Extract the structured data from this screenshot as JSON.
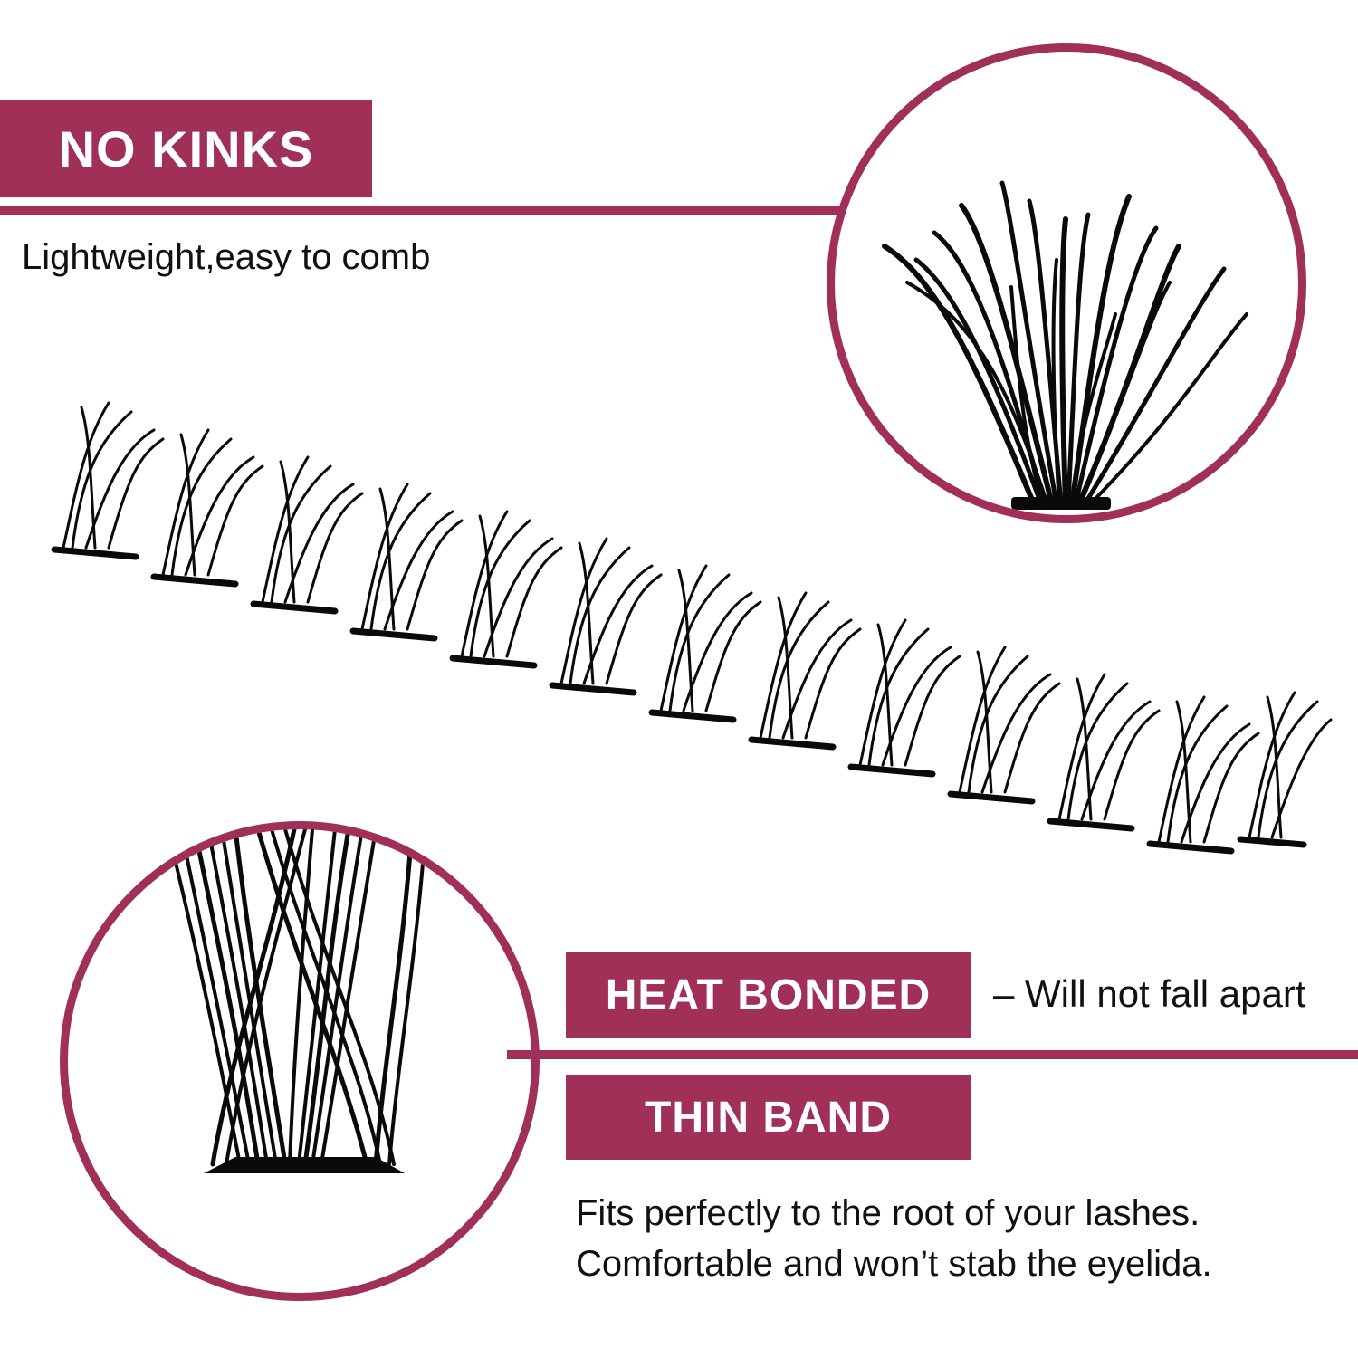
{
  "accent_color": "#a03058",
  "no_kinks": {
    "title": "NO KINKS",
    "subtitle": "Lightweight,easy to comb"
  },
  "heat_bonded": {
    "title": "HEAT BONDED",
    "note": "– Will not fall apart"
  },
  "thin_band": {
    "title": "THIN BAND",
    "description_line1": "Fits perfectly to the root of your lashes.",
    "description_line2": "Comfortable and won’t stab the eyelida."
  },
  "images": {
    "top_circle": "lash-closeup-icon",
    "bottom_circle": "lash-band-closeup-icon",
    "strip": "lash-strip-icon"
  }
}
